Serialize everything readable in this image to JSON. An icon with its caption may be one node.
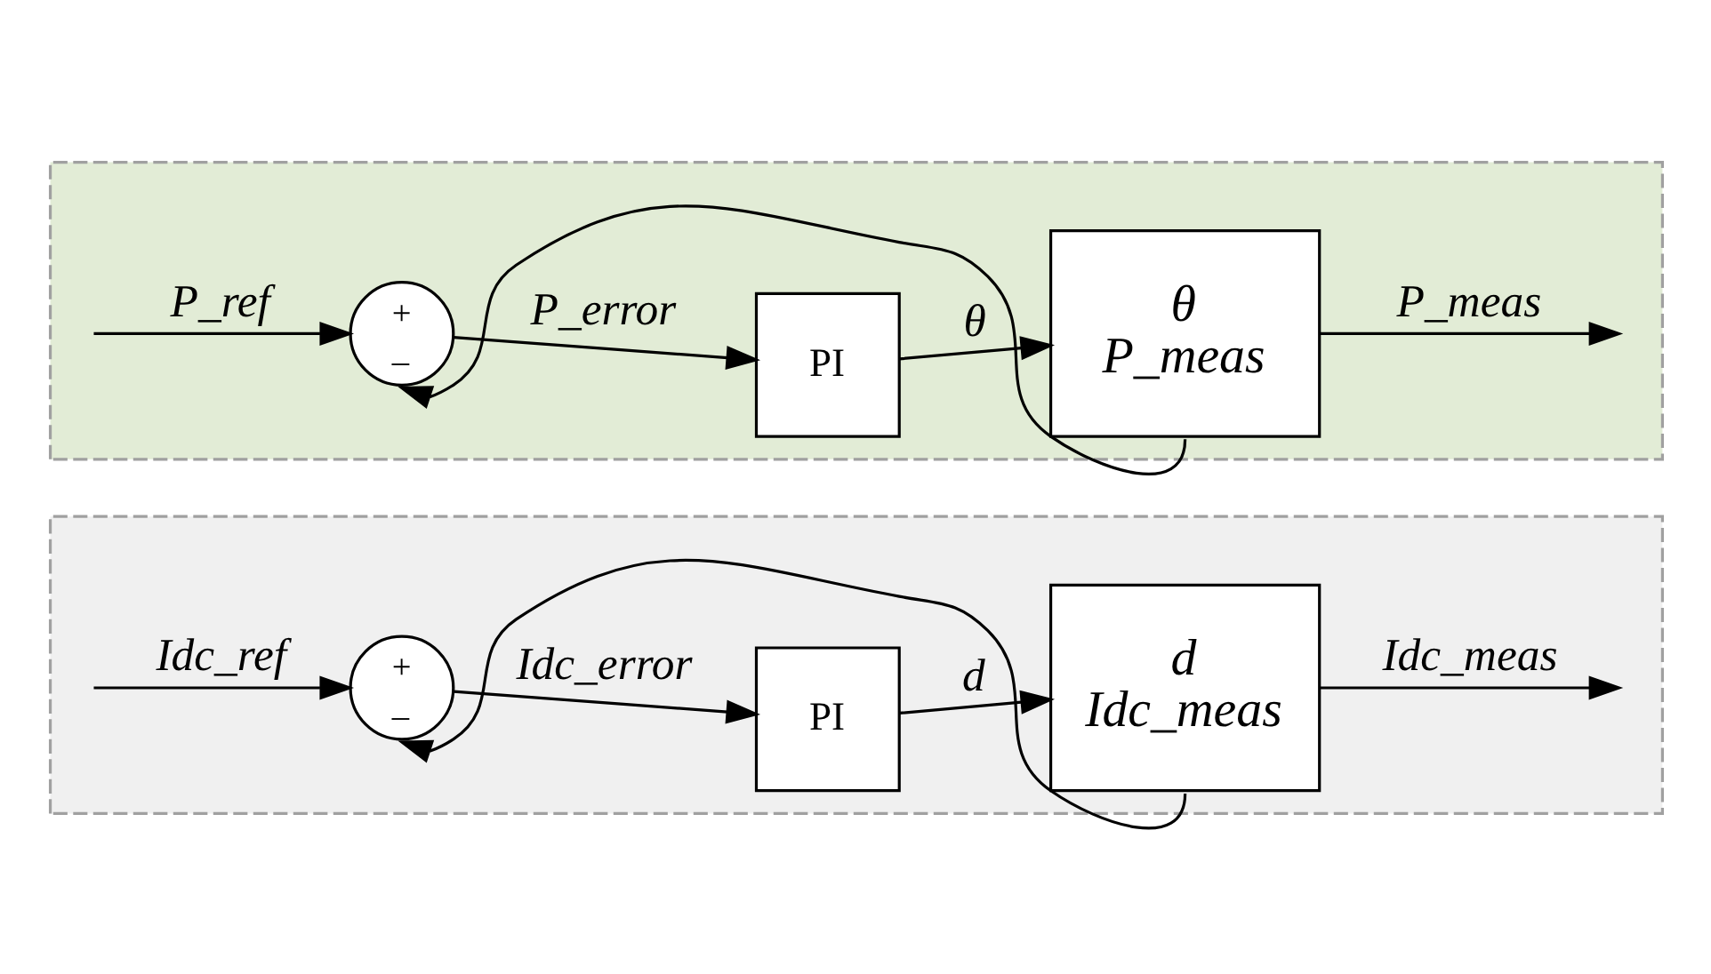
{
  "diagram": {
    "nodes": [
      {
        "text": [],
        "shape": "box"
      },
      {
        "text": [
          "+",
          "_"
        ],
        "in": 0
      },
      {
        "text": [
          "PI"
        ],
        "in": 0
      },
      {
        "text": [
          "θ",
          "P_meas"
        ],
        "in": 0
      },
      {
        "text": [],
        "shape": "box"
      },
      {
        "text": [
          "+",
          "_"
        ],
        "in": 4
      },
      {
        "text": [
          "PI"
        ],
        "in": 4
      },
      {
        "text": [
          "d",
          "Idc_meas"
        ],
        "in": 4
      }
    ],
    "edges": [
      {
        "from": null,
        "to": 1,
        "arrow": "to",
        "label": "P_ref"
      },
      {
        "from": 1,
        "to": 2,
        "arrow": "to",
        "label": "P_error"
      },
      {
        "from": 2,
        "to": 3,
        "arrow": "to",
        "label": "θ"
      },
      {
        "from": 3,
        "to": null,
        "arrow": "to",
        "label": "P_meas"
      },
      {
        "from": 3,
        "to": 1,
        "arrow": "to"
      },
      {
        "from": null,
        "to": 5,
        "arrow": "to",
        "label": "Idc_ref"
      },
      {
        "from": 5,
        "to": 6,
        "arrow": "to",
        "label": "Idc_error"
      },
      {
        "from": 6,
        "to": 7,
        "arrow": "to",
        "label": "d"
      },
      {
        "from": 7,
        "to": null,
        "arrow": "to",
        "label": "Idc_meas"
      },
      {
        "from": 7,
        "to": 5,
        "arrow": "to"
      }
    ]
  }
}
